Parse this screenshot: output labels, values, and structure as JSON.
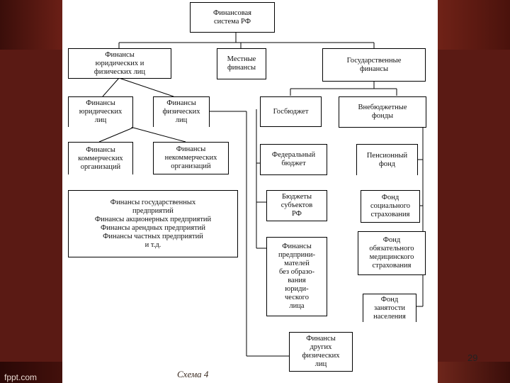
{
  "nodes": {
    "root": "Финансовая\nсистема РФ",
    "legal_phys": "Финансы\nюридических и\nфизических лиц",
    "local": "Местные\nфинансы",
    "state": "Государственные\nфинансы",
    "legal": "Финансы\nюридических\nлиц",
    "physical": "Финансы\nфизических\nлиц",
    "gosbudget": "Госбюджет",
    "offbudget": "Внебюджетные\nфонды",
    "commercial": "Финансы\nкоммерческих\nорганизаций",
    "noncommercial": "Финансы\nнекоммерческих\nорганизаций",
    "federal": "Федеральный\nбюджет",
    "pension": "Пенсионный\nфонд",
    "enterprises": "Финансы государственных\nпредприятий\nФинансы акционерных предприятий\nФинансы арендных предприятий\nФинансы частных предприятий\nи т.д.",
    "subjects": "Бюджеты\nсубъектов\nРФ",
    "social": "Фонд\nсоциального\nстрахования",
    "entrepreneurs": "Финансы\nпредприни-\nмателей\nбез образо-\nвания\nюриди-\nческого\nлица",
    "medical": "Фонд\nобязательного\nмедицинского\nстрахования",
    "employment": "Фонд\nзанятости\nнаселения",
    "other_phys": "Финансы\nдругих\nфизических\nлиц"
  },
  "page_number": "29",
  "caption": "Схема 4",
  "watermark": "fppt.com"
}
